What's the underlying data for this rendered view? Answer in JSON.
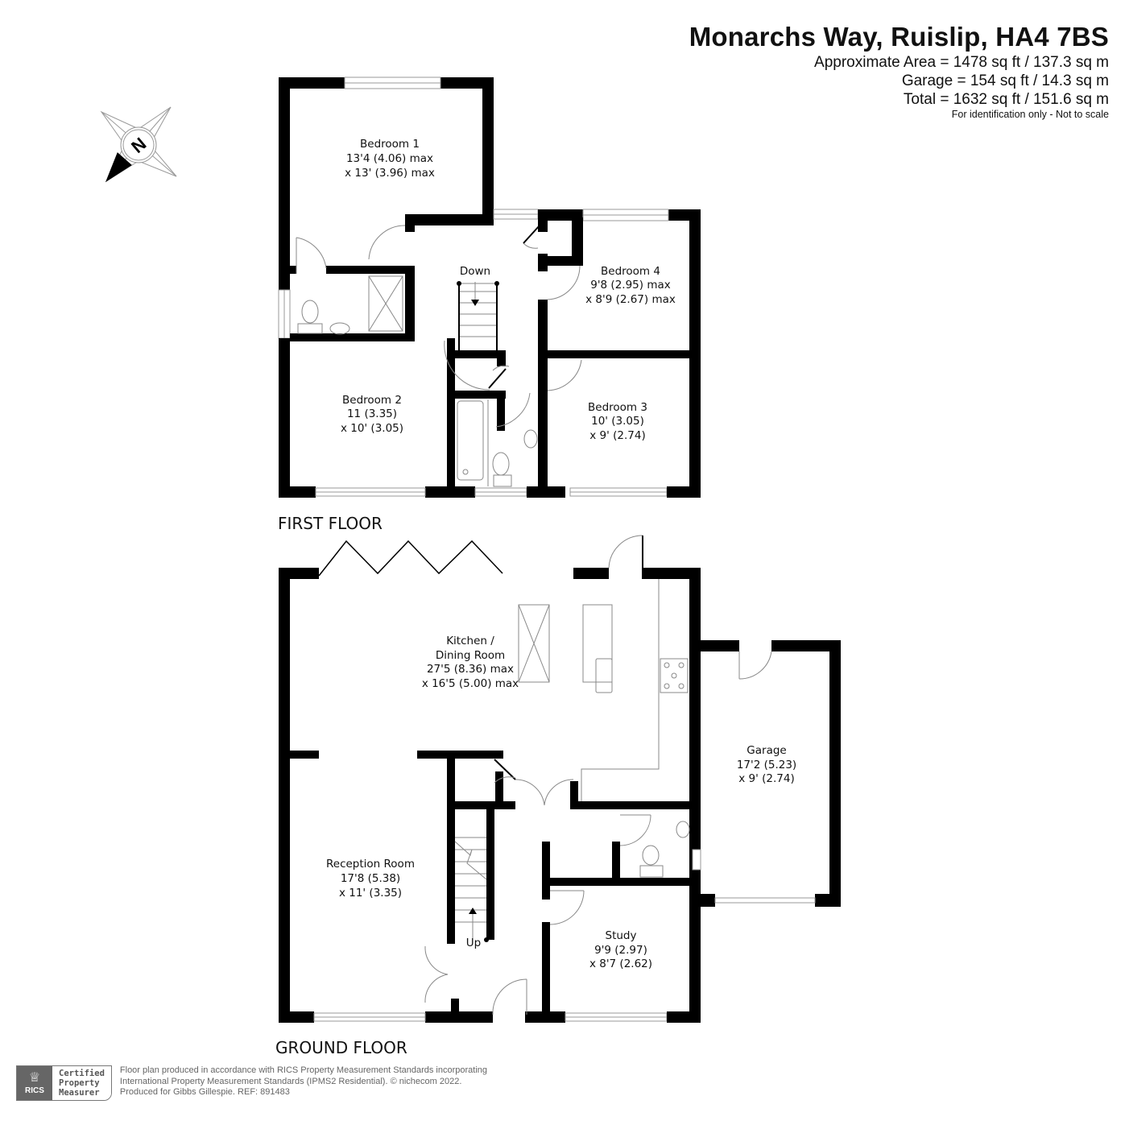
{
  "header": {
    "title": "Monarchs Way, Ruislip, HA4 7BS",
    "areas": [
      "Approximate Area = 1478 sq ft / 137.3 sq m",
      "Garage = 154 sq ft / 14.3 sq m",
      "Total = 1632 sq ft / 151.6 sq m"
    ],
    "note": "For identification only - Not to scale"
  },
  "compass": {
    "label": "N",
    "icon": "north-compass-icon"
  },
  "first_floor": {
    "label": "FIRST FLOOR",
    "rooms": [
      {
        "name": "Bedroom 1",
        "dim1": "13'4 (4.06) max",
        "dim2": "x 13' (3.96) max"
      },
      {
        "name": "Bedroom 4",
        "dim1": "9'8 (2.95) max",
        "dim2": "x 8'9 (2.67) max"
      },
      {
        "name": "Bedroom 2",
        "dim1": "11 (3.35)",
        "dim2": "x 10' (3.05)"
      },
      {
        "name": "Bedroom 3",
        "dim1": "10' (3.05)",
        "dim2": "x 9' (2.74)"
      }
    ],
    "stairs_label": "Down"
  },
  "ground_floor": {
    "label": "GROUND FLOOR",
    "rooms": [
      {
        "name": "Kitchen /",
        "name2": "Dining Room",
        "dim1": "27'5 (8.36) max",
        "dim2": "x 16'5 (5.00) max"
      },
      {
        "name": "Garage",
        "dim1": "17'2 (5.23)",
        "dim2": "x 9' (2.74)"
      },
      {
        "name": "Reception Room",
        "dim1": "17'8 (5.38)",
        "dim2": "x 11' (3.35)"
      },
      {
        "name": "Study",
        "dim1": "9'9 (2.97)",
        "dim2": "x 8'7 (2.62)"
      }
    ],
    "stairs_label": "Up"
  },
  "footer": {
    "badge": {
      "org": "RICS",
      "line1": "Certified",
      "line2": "Property",
      "line3": "Measurer"
    },
    "text": [
      "Floor plan produced in accordance with RICS Property Measurement Standards incorporating",
      "International Property Measurement Standards (IPMS2 Residential).   © nichecom 2022.",
      "Produced for Gibbs Gillespie.   REF: 891483"
    ]
  },
  "colors": {
    "wall": "#000000",
    "fixture": "#888888",
    "badge_grey": "#666666",
    "text": "#111111"
  }
}
